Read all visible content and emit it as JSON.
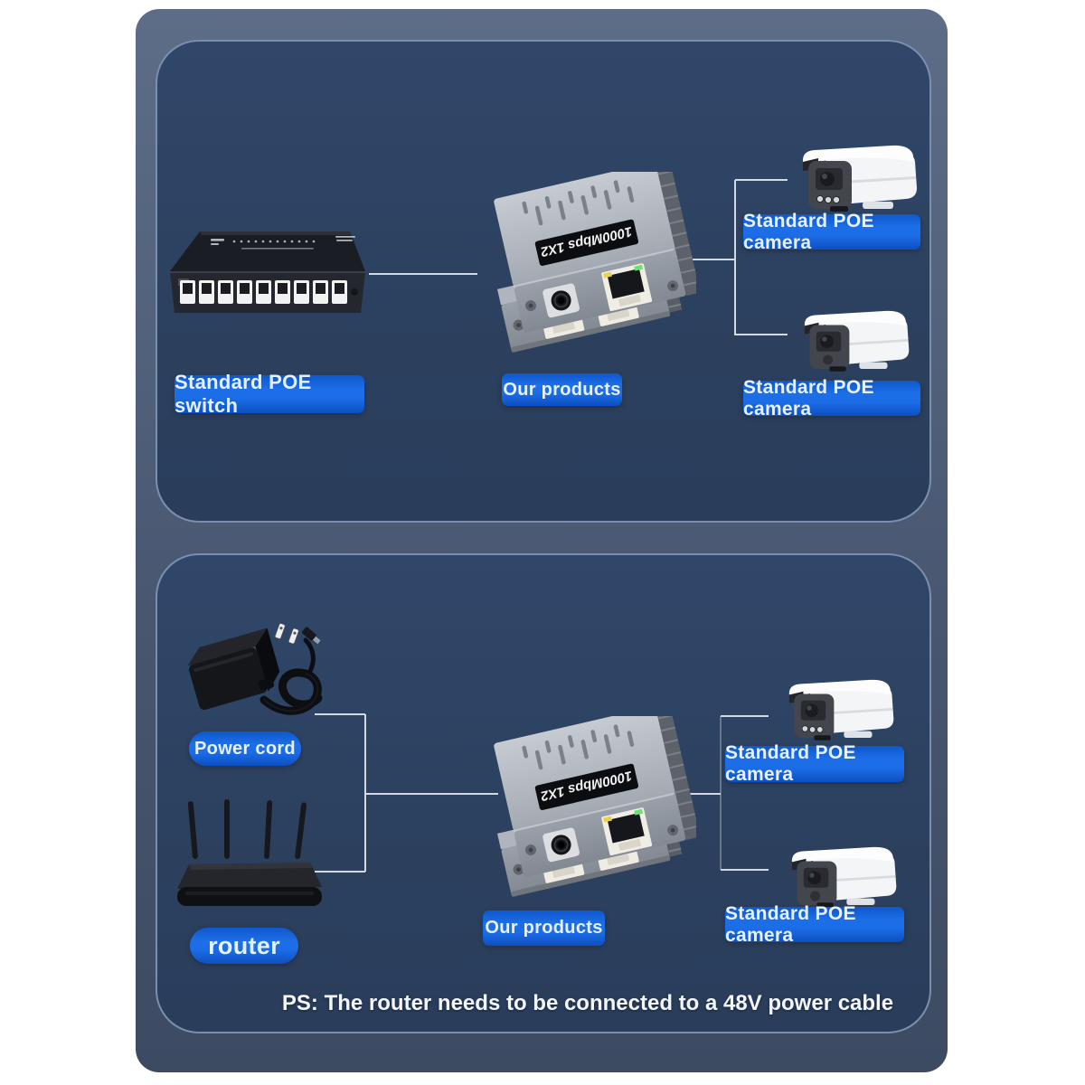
{
  "top_panel": {
    "switch_label": "Standard POE switch",
    "product_label": "Our products",
    "camera_labels": [
      "Standard POE camera",
      "Standard POE camera"
    ]
  },
  "bottom_panel": {
    "power_cord_label": "Power cord",
    "router_label": "router",
    "product_label": "Our products",
    "camera_labels": [
      "Standard POE camera",
      "Standard POE camera"
    ],
    "note": "PS: The router needs to be connected to a 48V power cable"
  },
  "product": {
    "badge_text": "1000Mbps 1X2"
  },
  "colors": {
    "label_blue": "#1d6fe8",
    "label_blue_dark": "#0d4fc0",
    "label_text": "#e6f1ff",
    "panel_fill": "#2d4262",
    "panel_border": "#7a8fae",
    "card_top": "#5e6d87",
    "card_bottom": "#3c4a62",
    "connector_line": "#dce1e9",
    "note_text": "#f2f5f9"
  }
}
